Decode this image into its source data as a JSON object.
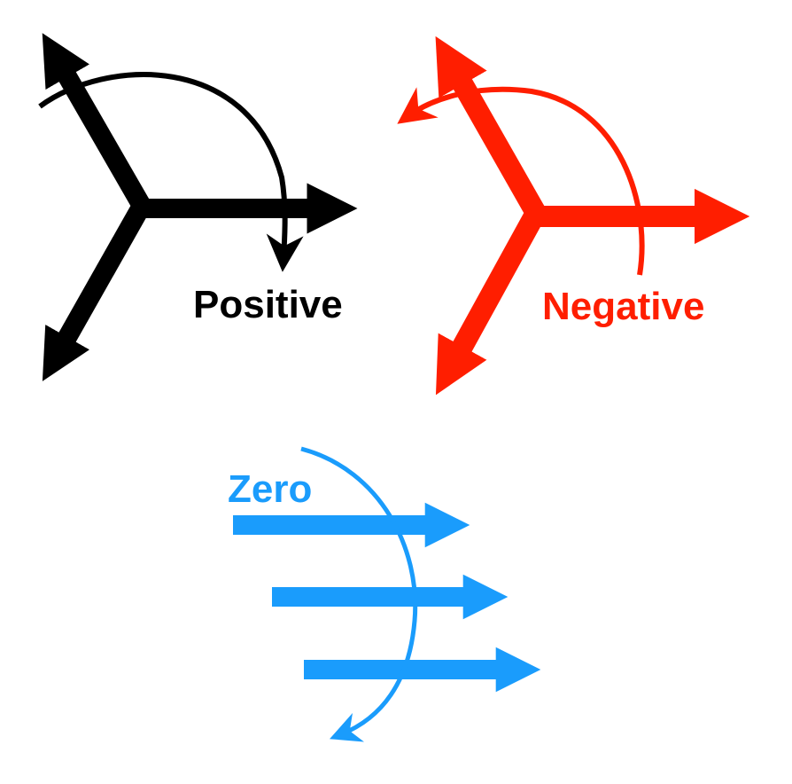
{
  "labels": {
    "positive": "Positive",
    "negative": "Negative",
    "zero": "Zero"
  },
  "colors": {
    "positive": "#000000",
    "negative": "#ff1e00",
    "zero": "#1a9cfc"
  }
}
